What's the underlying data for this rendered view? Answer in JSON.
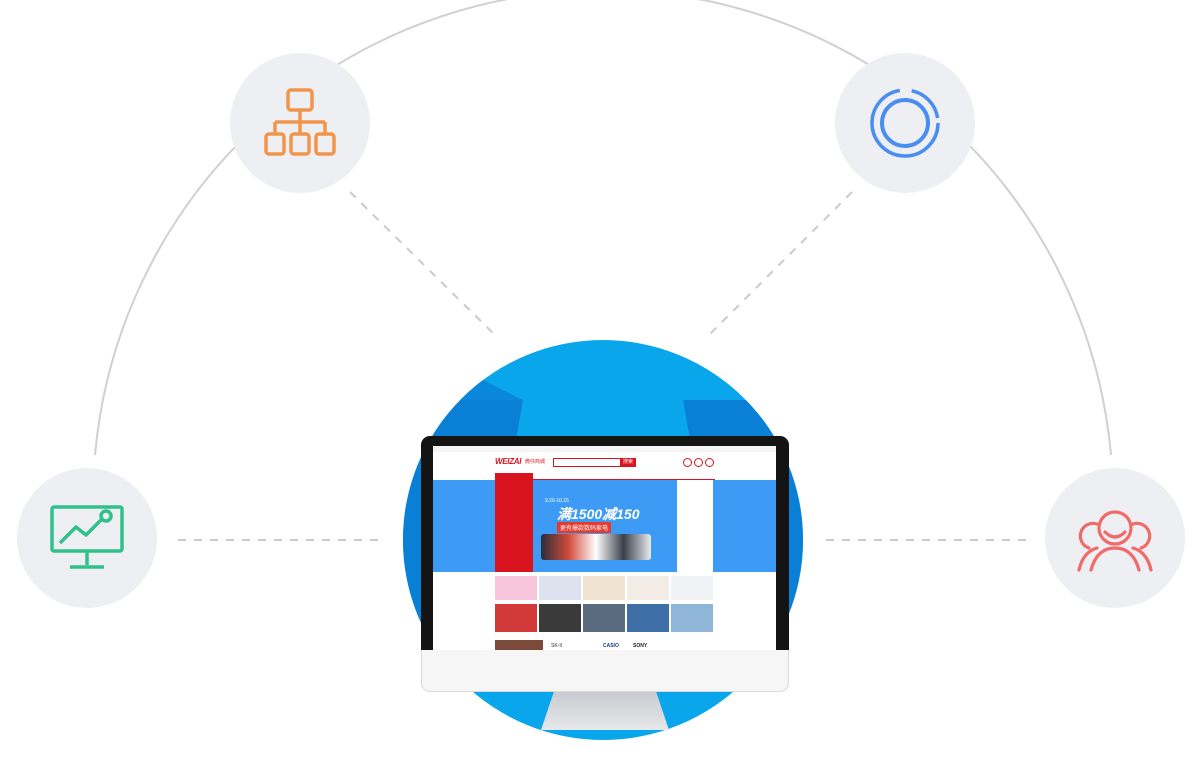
{
  "nodes": [
    {
      "icon": "org-chart-icon",
      "color": "#f0954b"
    },
    {
      "icon": "ring-icon",
      "color": "#4a8df0"
    },
    {
      "icon": "analytics-monitor-icon",
      "color": "#2fc08b"
    },
    {
      "icon": "users-group-icon",
      "color": "#f06a6a"
    }
  ],
  "colors": {
    "arc": "#cfd0d4",
    "dashes": "#c8cace",
    "hub_blue": "#0aa6ec",
    "hub_dark_blue": "#0a7fd6",
    "site_red": "#d9141f",
    "banner_blue": "#3d9bf5"
  },
  "website": {
    "logo": "WEIZAI",
    "logo_sub": "微仔商城",
    "search_button": "搜索",
    "banner": {
      "promo_date": "9.26-10.15",
      "headline": "满1500减150",
      "subline": "更有爆款数码家电"
    },
    "brands": [
      "SK-II",
      "CASIO",
      "SONY"
    ]
  }
}
